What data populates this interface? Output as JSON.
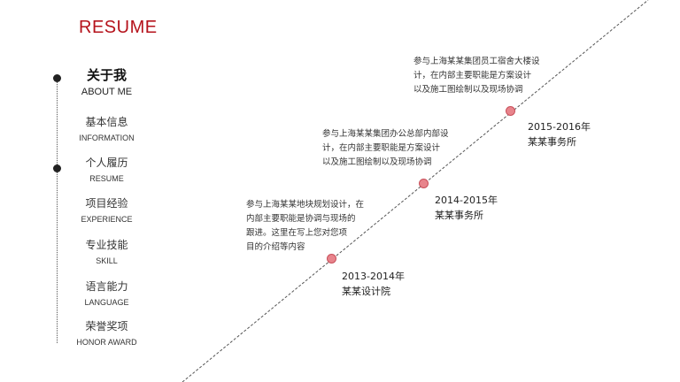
{
  "header": {
    "brand": "RESUME"
  },
  "nav": {
    "items": [
      {
        "cn": "关于我",
        "en": "ABOUT ME",
        "active": true
      },
      {
        "cn": "基本信息",
        "en": "INFORMATION"
      },
      {
        "cn": "个人履历",
        "en": "RESUME"
      },
      {
        "cn": "项目经验",
        "en": "EXPERIENCE"
      },
      {
        "cn": "专业技能",
        "en": "SKILL"
      },
      {
        "cn": "语言能力",
        "en": "LANGUAGE"
      },
      {
        "cn": "荣誉奖项",
        "en": "HONOR  AWARD"
      }
    ]
  },
  "timeline": {
    "entries": [
      {
        "years": "2013-2014年",
        "company": "某某设计院",
        "desc": [
          "参与上海某某地块规划设计，在",
          "内部主要职能是协调与现场的",
          "跟进。这里在写上您对您项",
          "目的介绍等内容"
        ]
      },
      {
        "years": "2014-2015年",
        "company": "某某事务所",
        "desc": [
          "参与上海某某集团办公总部内部设",
          "计，在内部主要职能是方案设计",
          "以及施工图绘制以及现场协调"
        ]
      },
      {
        "years": "2015-2016年",
        "company": "某某事务所",
        "desc": [
          "参与上海某某集团员工宿舍大楼设",
          "计，在内部主要职能是方案设计",
          "以及施工图绘制以及现场协调"
        ]
      }
    ]
  },
  "colors": {
    "accent": "#b5121b",
    "dot_fill": "#e8848c",
    "dot_stroke": "#c8505b"
  }
}
